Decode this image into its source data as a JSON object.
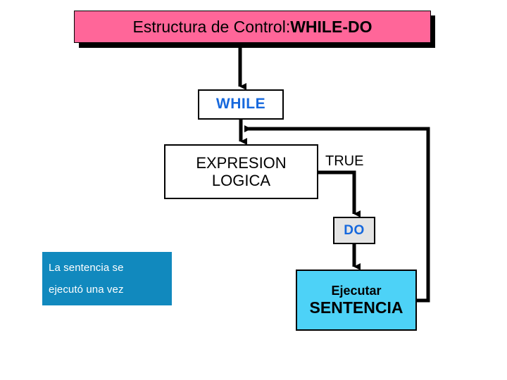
{
  "diagram": {
    "title": {
      "prefix": "Estructura de Control: ",
      "emphasis": "WHILE-DO"
    },
    "nodes": {
      "while": {
        "label": "WHILE",
        "color": "#1668DD",
        "fill": "#FFFFFF"
      },
      "expresion": {
        "line1": "EXPRESION",
        "line2": "LOGICA",
        "color": "#000000",
        "fill": "#FFFFFF"
      },
      "do": {
        "label": "DO",
        "color": "#1668DD",
        "fill": "#E4E4E4"
      },
      "sentencia": {
        "line1": "Ejecutar",
        "line2": "SENTENCIA",
        "color": "#000000",
        "fill": "#4DD2F7"
      },
      "note": {
        "line1": "La sentencia se",
        "line2": "ejecutó una vez",
        "color": "#FFFFFF",
        "fill": "#1189BE"
      }
    },
    "edges": {
      "true_label": "TRUE"
    },
    "colors": {
      "banner_fill": "#FF6699",
      "banner_shadow": "#000000",
      "accent_blue": "#1668DD",
      "cyan": "#4DD2F7",
      "teal": "#1189BE",
      "stroke": "#000000"
    }
  }
}
